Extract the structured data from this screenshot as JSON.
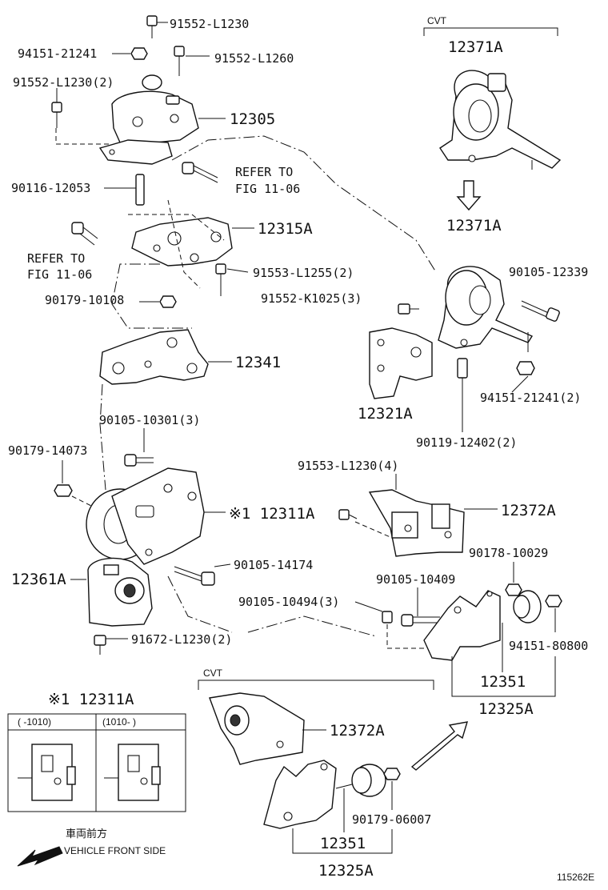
{
  "diagram": {
    "sheet_number": "115262E",
    "labels": {
      "cvt_top": "CVT",
      "cvt_bottom": "CVT",
      "p_12371a_top": "12371A",
      "p_12371a_mid": "12371A",
      "p_91552_l1230_top": "91552-L1230",
      "p_94151_21241": "94151-21241",
      "p_91552_l1260": "91552-L1260",
      "p_91552_l1230_2": "91552-L1230(2)",
      "p_12305": "12305",
      "p_90116_12053": "90116-12053",
      "refer_a_1": "REFER TO",
      "refer_a_2": "FIG 11-06",
      "p_12315a": "12315A",
      "refer_b_1": "REFER TO",
      "refer_b_2": "FIG 11-06",
      "p_91553_l1255_2": "91553-L1255(2)",
      "p_90179_10108": "90179-10108",
      "p_90105_12339": "90105-12339",
      "p_91552_k1025_3": "91552-K1025(3)",
      "p_12341": "12341",
      "p_94151_21241_2": "94151-21241(2)",
      "p_12321a": "12321A",
      "p_90119_12402_2": "90119-12402(2)",
      "p_90105_10301_3": "90105-10301(3)",
      "p_90179_14073": "90179-14073",
      "p_91553_l1230_4": "91553-L1230(4)",
      "p_12311a_main": "※1 12311A",
      "p_12372a_top": "12372A",
      "p_90105_14174": "90105-14174",
      "p_90178_10029": "90178-10029",
      "p_12361a": "12361A",
      "p_90105_10409": "90105-10409",
      "p_90105_10494_3": "90105-10494(3)",
      "p_94151_80800": "94151-80800",
      "p_91672_l1230_2": "91672-L1230(2)",
      "p_12351_top": "12351",
      "p_12325a_top": "12325A",
      "p_12311a_box": "※1 12311A",
      "p_12372a_bottom": "12372A",
      "p_90179_06007": "90179-06007",
      "p_12351_bottom": "12351",
      "p_12325a_bottom": "12325A",
      "period_before": "(      -1010)",
      "period_after": "(1010-      )",
      "front_jp": "車両前方",
      "front_en": "VEHICLE FRONT SIDE"
    }
  }
}
